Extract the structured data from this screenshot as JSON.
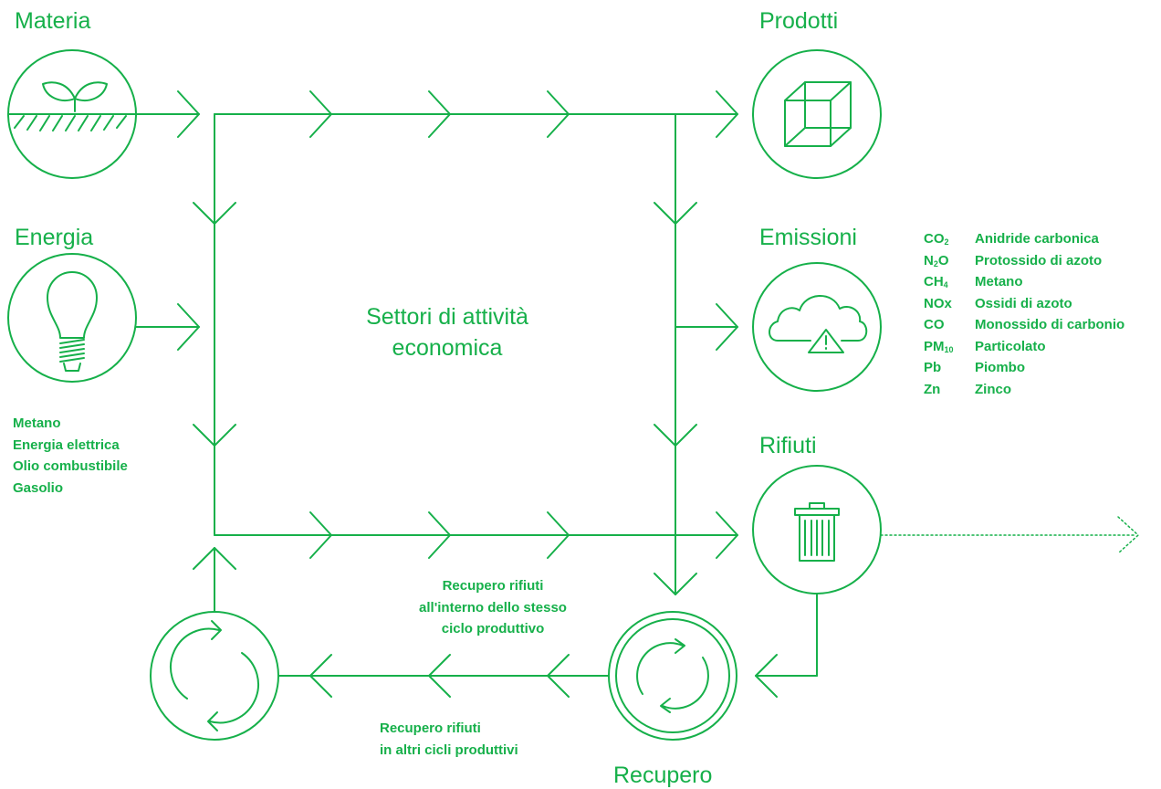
{
  "colors": {
    "primary": "#16b04a"
  },
  "nodes": {
    "materia": {
      "label": "Materia",
      "icon": "plant-icon"
    },
    "energia": {
      "label": "Energia",
      "icon": "lightbulb-icon"
    },
    "prodotti": {
      "label": "Prodotti",
      "icon": "cube-icon"
    },
    "emissioni": {
      "label": "Emissioni",
      "icon": "cloud-warning-icon"
    },
    "rifiuti": {
      "label": "Rifiuti",
      "icon": "trash-icon"
    },
    "recupero": {
      "label": "Recupero",
      "icon": "recycle-icon"
    },
    "recupero_interno": {
      "icon": "cycle-icon"
    }
  },
  "center": {
    "line1": "Settori di attività",
    "line2": "economica"
  },
  "energia_list": [
    "Metano",
    "Energia elettrica",
    "Olio combustibile",
    "Gasolio"
  ],
  "emissions": [
    {
      "code": "CO",
      "sub": "2",
      "suffix": "",
      "name": "Anidride carbonica"
    },
    {
      "code": "N",
      "sub": "2",
      "suffix": "O",
      "name": "Protossido di azoto"
    },
    {
      "code": "CH",
      "sub": "4",
      "suffix": "",
      "name": "Metano"
    },
    {
      "code": "NOx",
      "sub": "",
      "suffix": "",
      "name": "Ossidi di azoto"
    },
    {
      "code": "CO",
      "sub": "",
      "suffix": "",
      "name": "Monossido di carbonio"
    },
    {
      "code": "PM",
      "sub": "10",
      "suffix": "",
      "name": "Particolato"
    },
    {
      "code": "Pb",
      "sub": "",
      "suffix": "",
      "name": "Piombo"
    },
    {
      "code": "Zn",
      "sub": "",
      "suffix": "",
      "name": "Zinco"
    }
  ],
  "recupero_interno_text": [
    "Recupero rifiuti",
    "all'interno dello stesso",
    "ciclo produttivo"
  ],
  "recupero_altri_text": [
    "Recupero rifiuti",
    "in altri cicli produttivi"
  ]
}
